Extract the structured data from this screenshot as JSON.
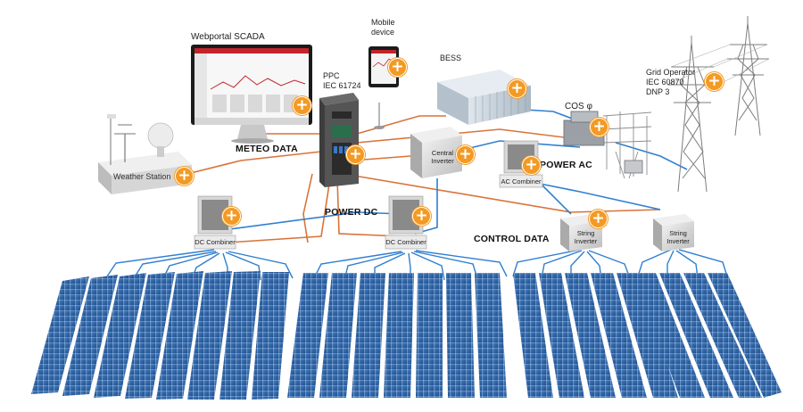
{
  "labels": {
    "webportal": "Webportal SCADA",
    "mobile": "Mobile\ndevice",
    "ppc": "PPC\nIEC 61724",
    "bess": "BESS",
    "grid": "Grid Operator\nIEC 60870\nDNP 3",
    "cos": "COS φ",
    "weather": "Weather Station",
    "central_inverter": "Central\nInverter",
    "ac_combiner": "AC Combiner",
    "dc_combiner_1": "DC Combiner",
    "dc_combiner_2": "DC Combiner",
    "string_inverter_1": "String\nInverter",
    "string_inverter_2": "String\nInverter"
  },
  "flows": {
    "meteo": "METEO DATA",
    "power_dc": "POWER DC",
    "power_ac": "POWER AC",
    "control": "CONTROL DATA"
  },
  "hotspot_symbol": "+",
  "colors": {
    "hotspot": "#f39a24",
    "dc_cable": "#2f7fd1",
    "data_cable": "#d9733a",
    "panel": "#2c5f9e"
  }
}
